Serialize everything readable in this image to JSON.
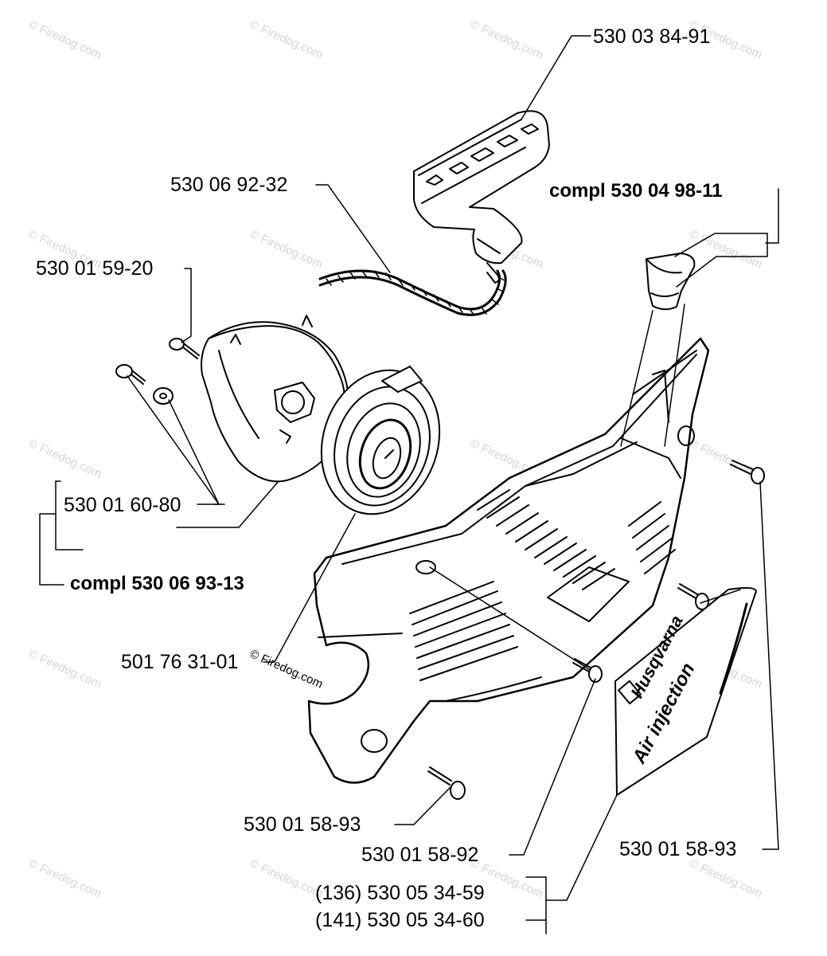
{
  "watermark": "© Firedog.com",
  "decal": {
    "brand": "Husqvarna",
    "product": "Air injection"
  },
  "labels": {
    "handle": "530 03 84-91",
    "cord": "530 06 92-32",
    "compl_cover": "compl 530 04 98-11",
    "screw_pulley": "530 01 59-20",
    "washer_set": "530 01 60-80",
    "compl_pulley": "compl 530 06 93-13",
    "spring": "501 76 31-01",
    "screw_bottom": "530 01 58-93",
    "screw_mid": "530 01 58-92",
    "screw_right": "530 01 58-93",
    "decal_136": "(136) 530 05 34-59",
    "decal_141": "(141) 530 05 34-60"
  }
}
